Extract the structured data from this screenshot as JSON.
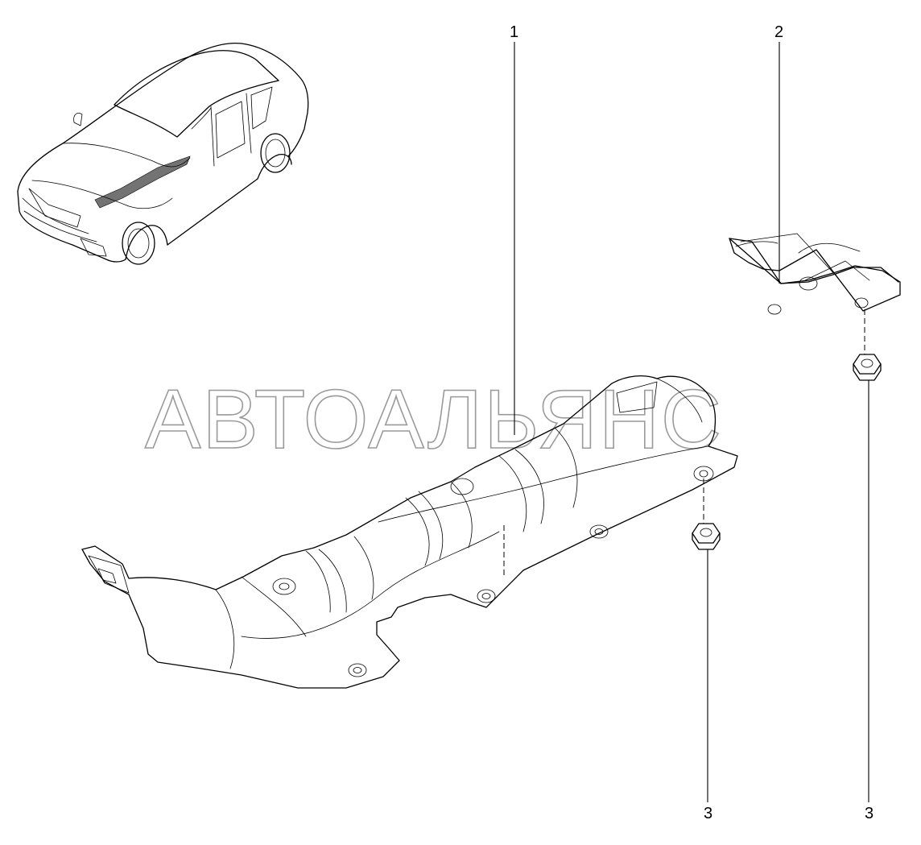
{
  "watermark": "АВТОАЛЬЯНС",
  "callouts": {
    "part1": "1",
    "part2": "2",
    "part3_left": "3",
    "part3_right": "3"
  }
}
